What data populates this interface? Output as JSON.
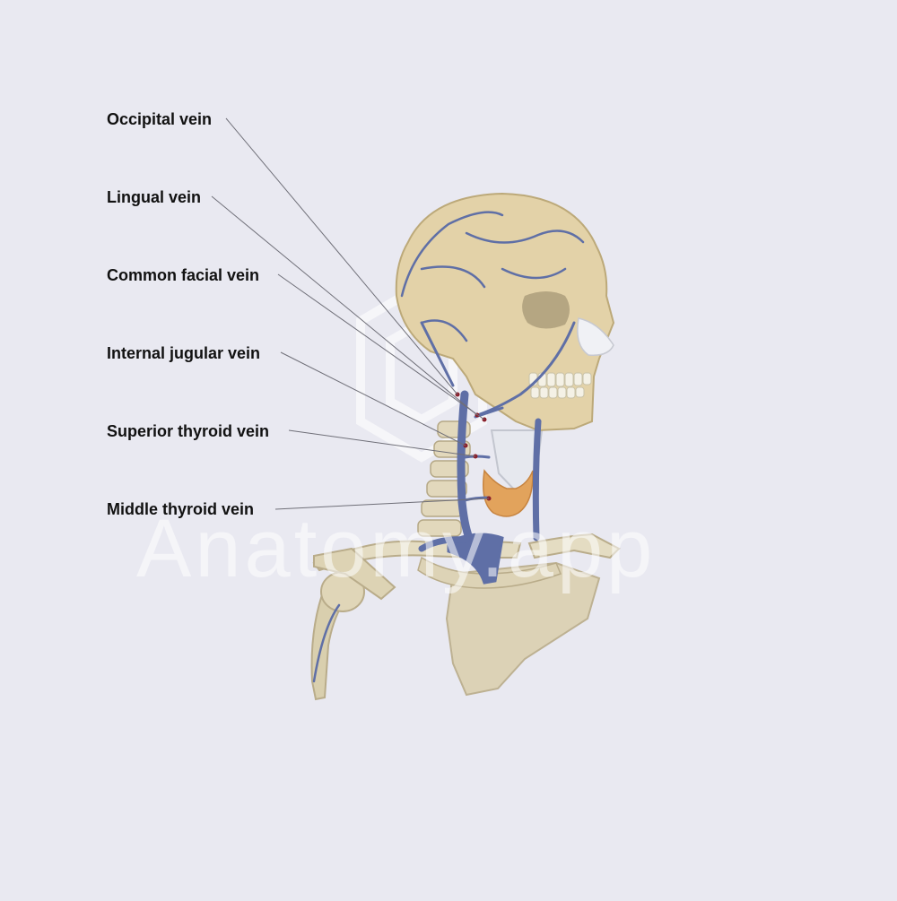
{
  "labels": [
    "Occipital vein",
    "Lingual vein",
    "Common facial vein",
    "Internal jugular vein",
    "Superior thyroid vein",
    "Middle thyroid vein"
  ],
  "watermark": "Anatomy.app",
  "colors": {
    "background": "#e9e9f1",
    "bone": "#e3d2a8",
    "vein": "#5f6fa6",
    "thyroid": "#e2a35c",
    "cartilage": "#e4e6ec",
    "leader_line": "#6f6f78",
    "label_text": "#111111"
  }
}
